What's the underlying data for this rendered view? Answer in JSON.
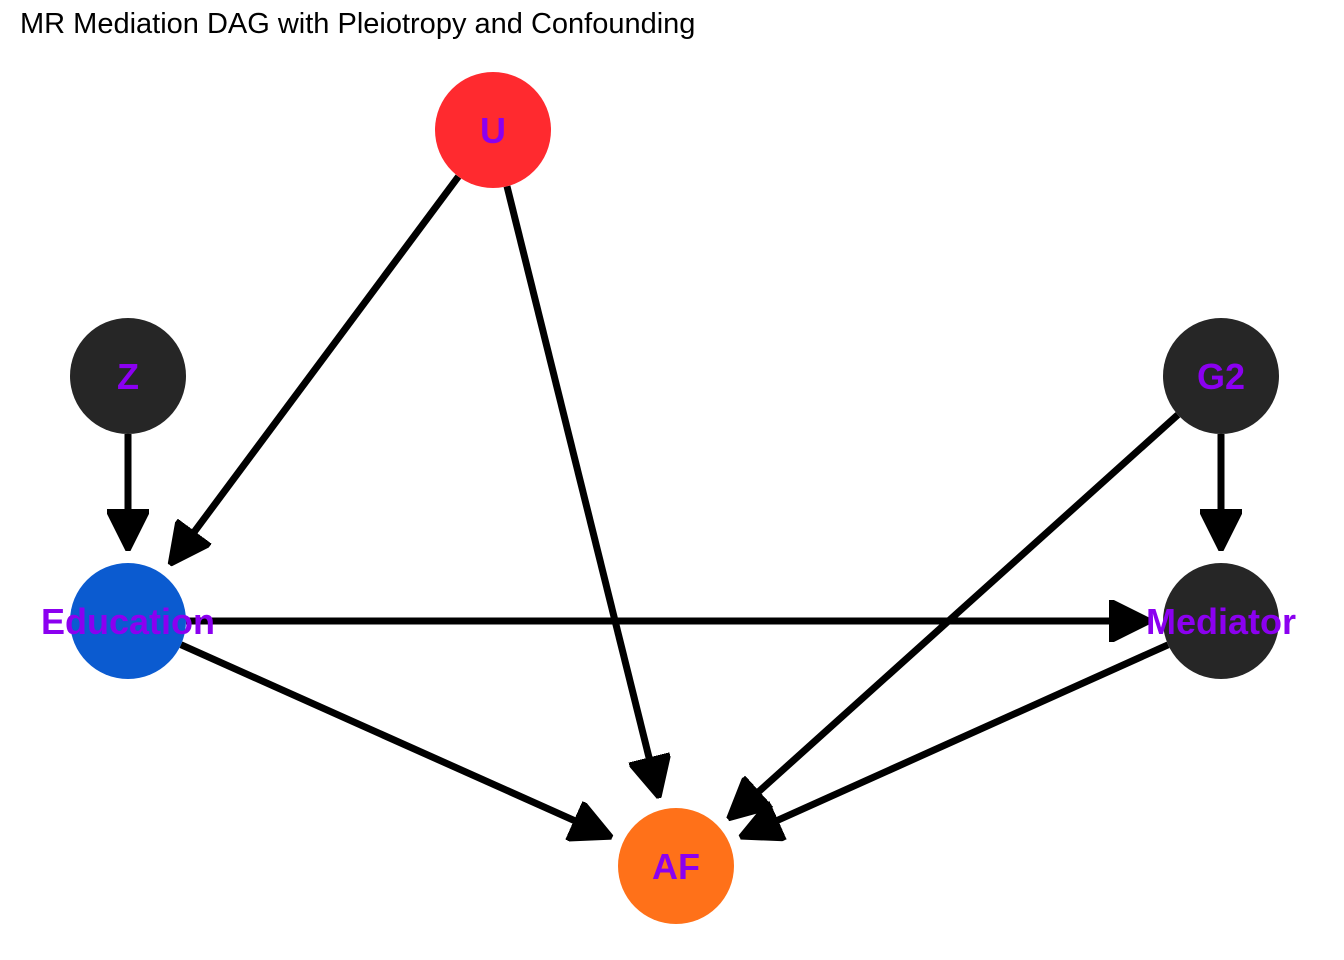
{
  "title": "MR Mediation DAG with Pleiotropy and Confounding",
  "label_color": "#8B00F0",
  "edge_color": "#000000",
  "nodes": [
    {
      "id": "U",
      "label": "U",
      "color": "#FF2A2F"
    },
    {
      "id": "Z",
      "label": "Z",
      "color": "#262626"
    },
    {
      "id": "G2",
      "label": "G2",
      "color": "#262626"
    },
    {
      "id": "Education",
      "label": "Education",
      "color": "#0B5BD0"
    },
    {
      "id": "Mediator",
      "label": "Mediator",
      "color": "#262626"
    },
    {
      "id": "AF",
      "label": "AF",
      "color": "#FF7119"
    }
  ],
  "edges": [
    {
      "from": "U",
      "to": "Education"
    },
    {
      "from": "U",
      "to": "AF"
    },
    {
      "from": "Z",
      "to": "Education"
    },
    {
      "from": "G2",
      "to": "Mediator"
    },
    {
      "from": "G2",
      "to": "AF"
    },
    {
      "from": "Education",
      "to": "Mediator"
    },
    {
      "from": "Education",
      "to": "AF"
    },
    {
      "from": "Mediator",
      "to": "AF"
    }
  ]
}
